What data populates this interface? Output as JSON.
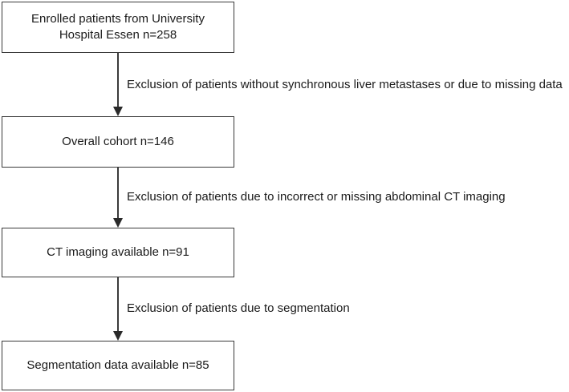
{
  "boxes": [
    {
      "lines": [
        "Enrolled patients from University",
        "Hospital Essen n=258"
      ]
    },
    {
      "lines": [
        "Overall cohort n=146"
      ]
    },
    {
      "lines": [
        "CT imaging available n=91"
      ]
    },
    {
      "lines": [
        "Segmentation data available n=85"
      ]
    }
  ],
  "exclusions": [
    "Exclusion of patients without synchronous liver metastases or due to missing data",
    "Exclusion of patients due to incorrect or missing abdominal CT imaging",
    "Exclusion of patients due to segmentation"
  ],
  "colors": {
    "line": "#3a3a3a",
    "text": "#1a1a1a",
    "background": "#ffffff"
  }
}
